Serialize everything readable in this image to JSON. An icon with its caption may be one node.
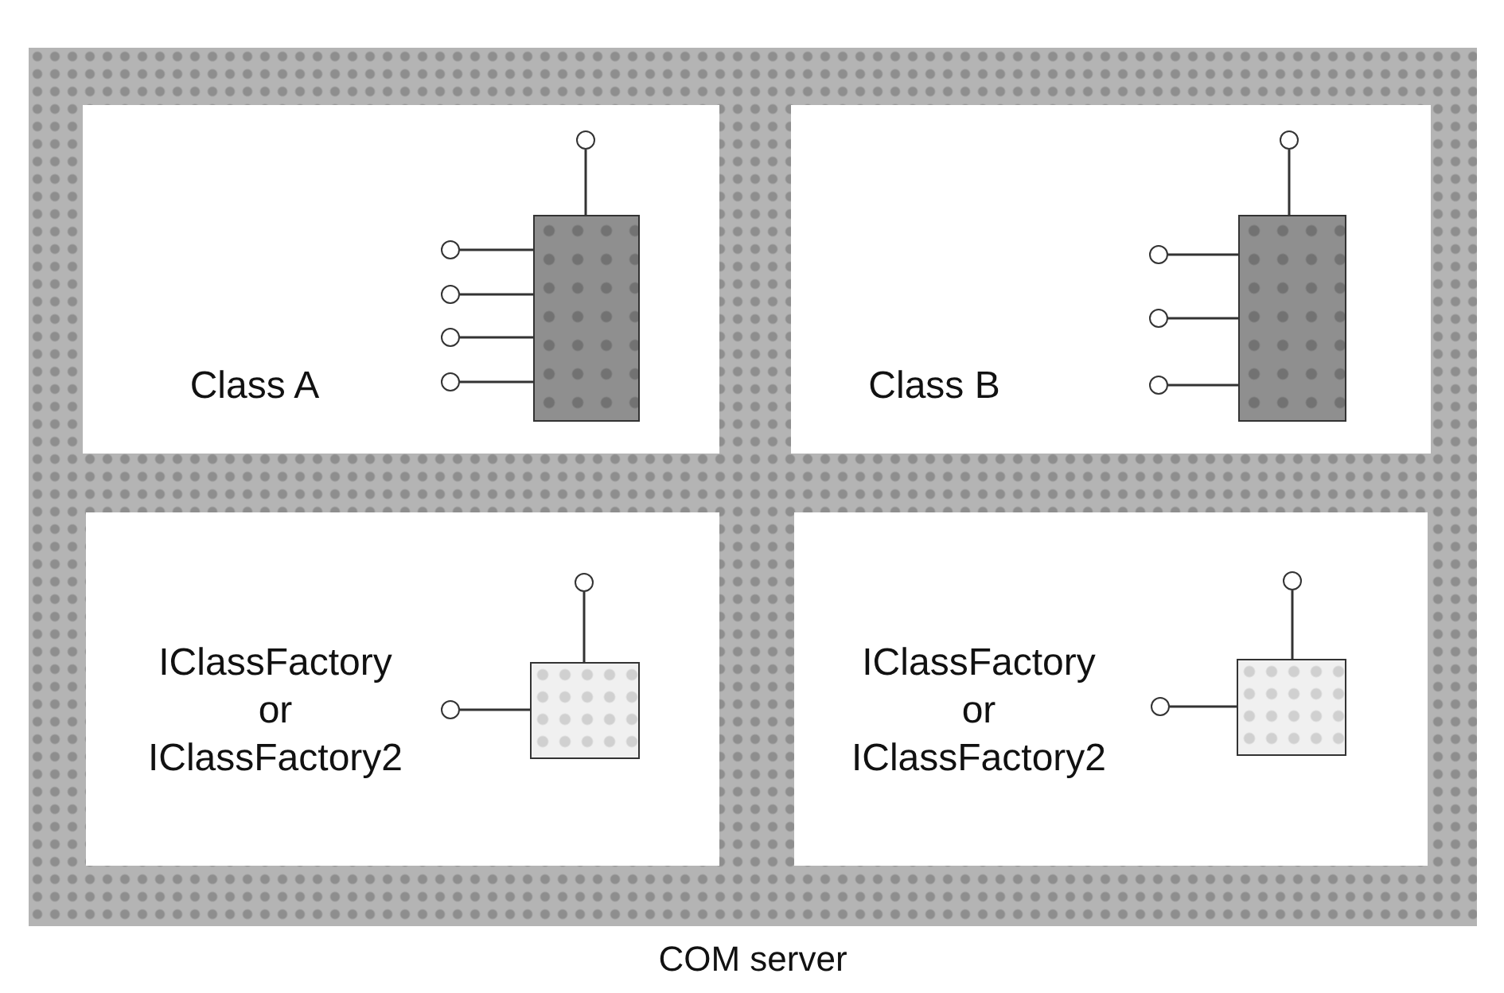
{
  "diagram": {
    "nodes": [
      {
        "text": [
          "COM server"
        ]
      },
      {
        "text": [
          "Class A"
        ],
        "in": 0
      },
      {
        "text": [],
        "shape": "box",
        "in": 1
      },
      {
        "text": [],
        "shape": "circle",
        "in": 1
      },
      {
        "text": [],
        "shape": "circle",
        "in": 1
      },
      {
        "text": [],
        "shape": "circle",
        "in": 1
      },
      {
        "text": [],
        "shape": "circle",
        "in": 1
      },
      {
        "text": [],
        "shape": "circle",
        "in": 1
      },
      {
        "text": [
          "Class B"
        ],
        "in": 0
      },
      {
        "text": [],
        "shape": "box",
        "in": 8
      },
      {
        "text": [],
        "shape": "circle",
        "in": 8
      },
      {
        "text": [],
        "shape": "circle",
        "in": 8
      },
      {
        "text": [],
        "shape": "circle",
        "in": 8
      },
      {
        "text": [],
        "shape": "circle",
        "in": 8
      },
      {
        "text": [
          "IClassFactory or IClassFactory2"
        ],
        "in": 0
      },
      {
        "text": [],
        "shape": "box",
        "in": 14
      },
      {
        "text": [],
        "shape": "circle",
        "in": 14
      },
      {
        "text": [],
        "shape": "circle",
        "in": 14
      },
      {
        "text": [
          "IClassFactory or IClassFactory2"
        ],
        "in": 0
      },
      {
        "text": [],
        "shape": "box",
        "in": 18
      },
      {
        "text": [],
        "shape": "circle",
        "in": 18
      },
      {
        "text": [],
        "shape": "circle",
        "in": 18
      }
    ],
    "edges": [
      {
        "from": 3,
        "to": 2,
        "arrow": "none"
      },
      {
        "from": 4,
        "to": 2,
        "arrow": "none"
      },
      {
        "from": 5,
        "to": 2,
        "arrow": "none"
      },
      {
        "from": 6,
        "to": 2,
        "arrow": "none"
      },
      {
        "from": 7,
        "to": 2,
        "arrow": "none"
      },
      {
        "from": 10,
        "to": 9,
        "arrow": "none"
      },
      {
        "from": 11,
        "to": 9,
        "arrow": "none"
      },
      {
        "from": 12,
        "to": 9,
        "arrow": "none"
      },
      {
        "from": 13,
        "to": 9,
        "arrow": "none"
      },
      {
        "from": 16,
        "to": 15,
        "arrow": "none"
      },
      {
        "from": 17,
        "to": 15,
        "arrow": "none"
      },
      {
        "from": 20,
        "to": 19,
        "arrow": "none"
      },
      {
        "from": 21,
        "to": 19,
        "arrow": "none"
      }
    ]
  }
}
